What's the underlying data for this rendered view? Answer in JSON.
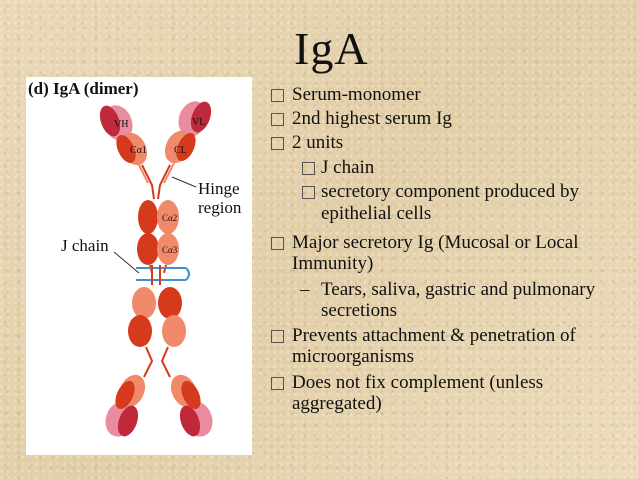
{
  "slide": {
    "title": "IgA",
    "bullets": [
      {
        "text": "Serum-monomer"
      },
      {
        "text": "2nd highest serum Ig"
      },
      {
        "text": "2 units"
      },
      {
        "text": "J chain"
      },
      {
        "text": "secretory component produced by",
        "cont": "epithelial cells"
      },
      {
        "text": "Major secretory Ig (Mucosal  or Local",
        "cont": "Immunity)"
      },
      {
        "text": "Tears, saliva, gastric and pulmonary",
        "cont": "secretions"
      },
      {
        "text": "Prevents attachment & penetration of",
        "cont": "microorganisms"
      },
      {
        "text": "Does not fix complement (unless",
        "cont": "aggregated)"
      }
    ],
    "dash": "–"
  },
  "figure": {
    "title": "(d) IgA (dimer)",
    "hinge_label_1": "Hinge",
    "hinge_label_2": "region",
    "jchain_label": "J chain",
    "domain_labels": {
      "vh": "VH",
      "vl": "VL",
      "ca1": "Cα1",
      "cl": "CL",
      "ca2": "Cα2",
      "ca3": "Cα3"
    },
    "colors": {
      "heavy_dark": "#d63a1c",
      "heavy_light": "#f08a6a",
      "light_chain": "#e98ca0",
      "light_chain_dark": "#c0283c",
      "jchain": "#3d8fd6"
    }
  }
}
